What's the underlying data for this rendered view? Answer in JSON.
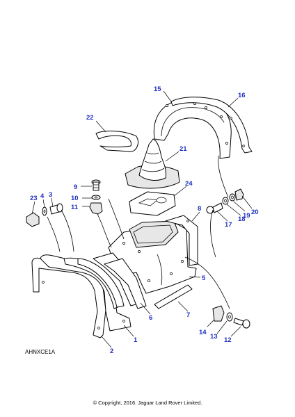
{
  "callouts": [
    "1",
    "2",
    "3",
    "4",
    "5",
    "6",
    "7",
    "8",
    "9",
    "10",
    "11",
    "12",
    "13",
    "14",
    "15",
    "16",
    "17",
    "18",
    "19",
    "20",
    "21",
    "22",
    "23",
    "24"
  ],
  "ref_code": "AHNXCE1A",
  "copyright": "© Copyright, 2016. Jaguar Land Rover Limited.",
  "colors": {
    "callout": "#1e2fbf",
    "line": "#000000"
  }
}
